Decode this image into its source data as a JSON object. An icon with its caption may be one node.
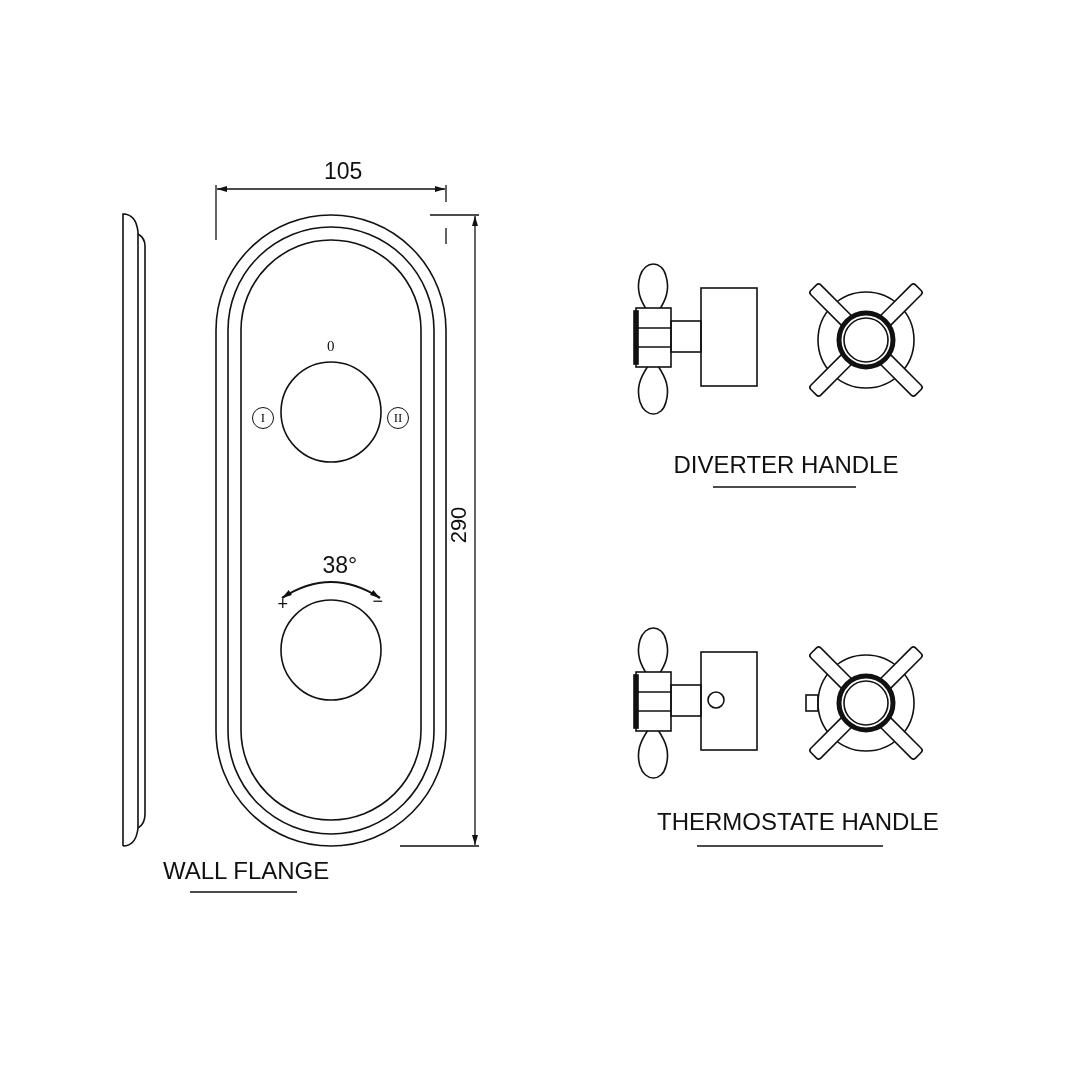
{
  "diagram": {
    "nodes": [
      {
        "text": [
          "I"
        ]
      },
      {
        "text": [
          "II"
        ]
      }
    ],
    "labels": [
      "105",
      "0",
      "DIVERTER HANDLE",
      "290",
      "38°",
      "+",
      "−",
      "THERMOSTATE HANDLE",
      "WALL FLANGE"
    ]
  }
}
